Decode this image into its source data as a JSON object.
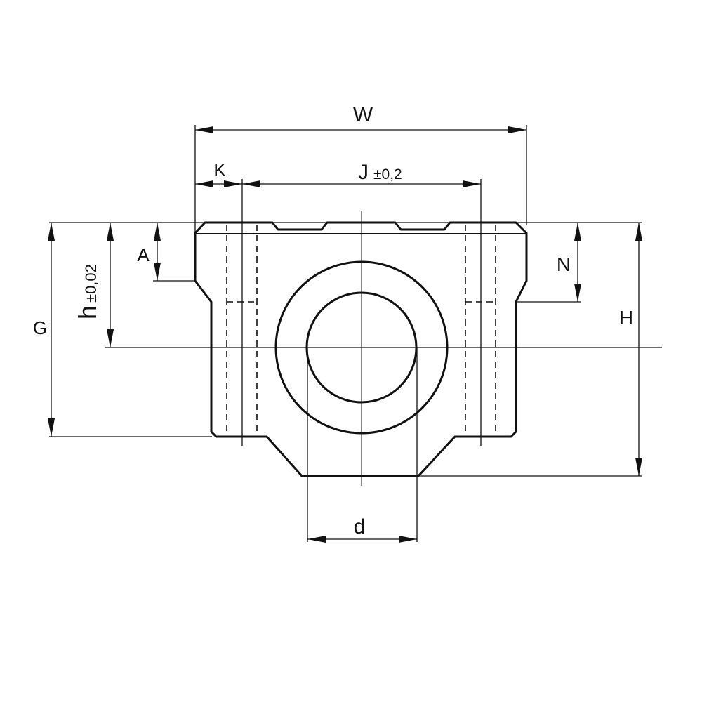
{
  "drawing": {
    "labels": {
      "W": "W",
      "K": "K",
      "J": "J",
      "J_tol": "±0,2",
      "A": "A",
      "h": "h",
      "h_tol": "±0,02",
      "G": "G",
      "N": "N",
      "H": "H",
      "d": "d"
    },
    "colors": {
      "line": "#111111",
      "background": "#ffffff"
    }
  }
}
